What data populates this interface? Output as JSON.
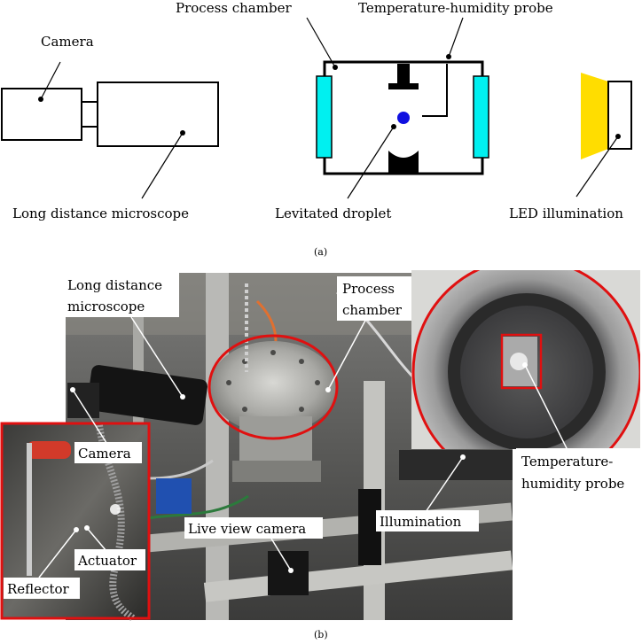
{
  "schematic": {
    "labels": {
      "camera": "Camera",
      "microscope": "Long distance microscope",
      "process_chamber": "Process chamber",
      "probe": "Temperature-humidity probe",
      "droplet": "Levitated droplet",
      "led": "LED illumination"
    },
    "caption": "(a)"
  },
  "photo": {
    "labels": {
      "microscope_line1": "Long distance",
      "microscope_line2": "microscope",
      "chamber_line1": "Process",
      "chamber_line2": "chamber",
      "camera": "Camera",
      "actuator": "Actuator",
      "reflector": "Reflector",
      "live_view": "Live view camera",
      "illumination": "Illumination",
      "probe_line1": "Temperature-",
      "probe_line2": "humidity probe"
    },
    "caption": "(b)"
  },
  "colors": {
    "heater": "#00f0f0",
    "droplet": "#1010e0",
    "led": "#ffdd00",
    "highlight": "#e01010"
  }
}
